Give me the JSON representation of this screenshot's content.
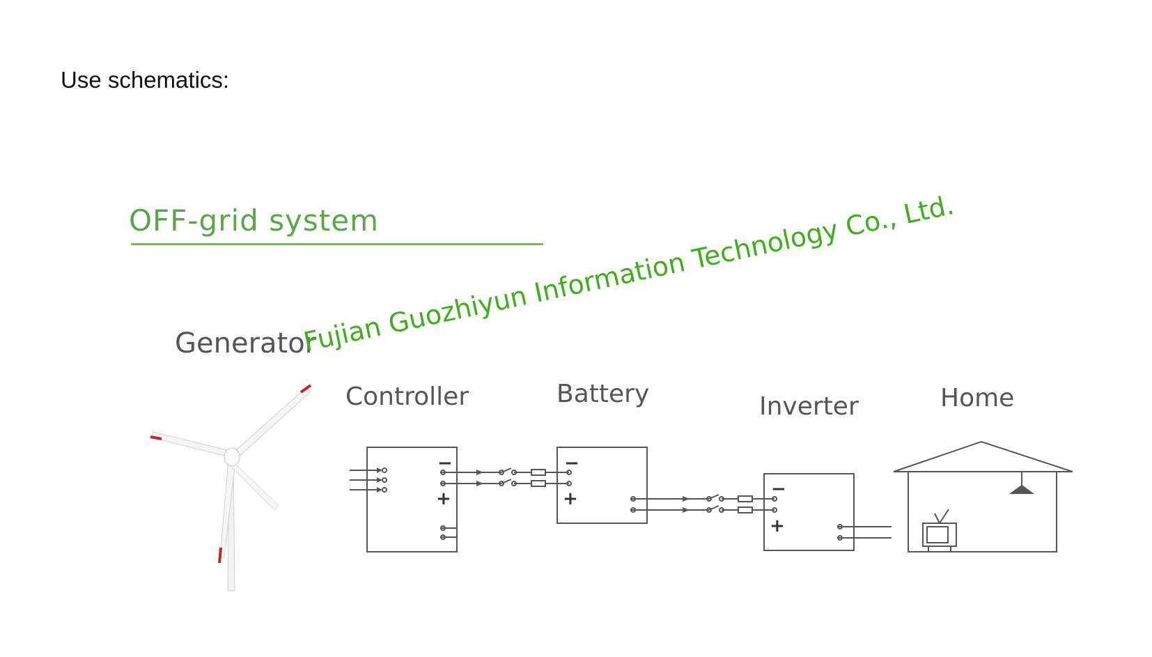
{
  "intro_text": "Use schematics:",
  "section_title": "OFF-grid system",
  "watermark": "Fujian Guozhiyun Information Technology Co., Ltd.",
  "components": {
    "generator": "Generator",
    "controller": "Controller",
    "battery": "Battery",
    "inverter": "Inverter",
    "home": "Home"
  },
  "terminal_signs": {
    "minus": "−",
    "plus": "+"
  },
  "colors": {
    "accent_green": "#6cbf45",
    "watermark_green": "#3fae1c",
    "blade_tip_red": "#c0262c"
  }
}
